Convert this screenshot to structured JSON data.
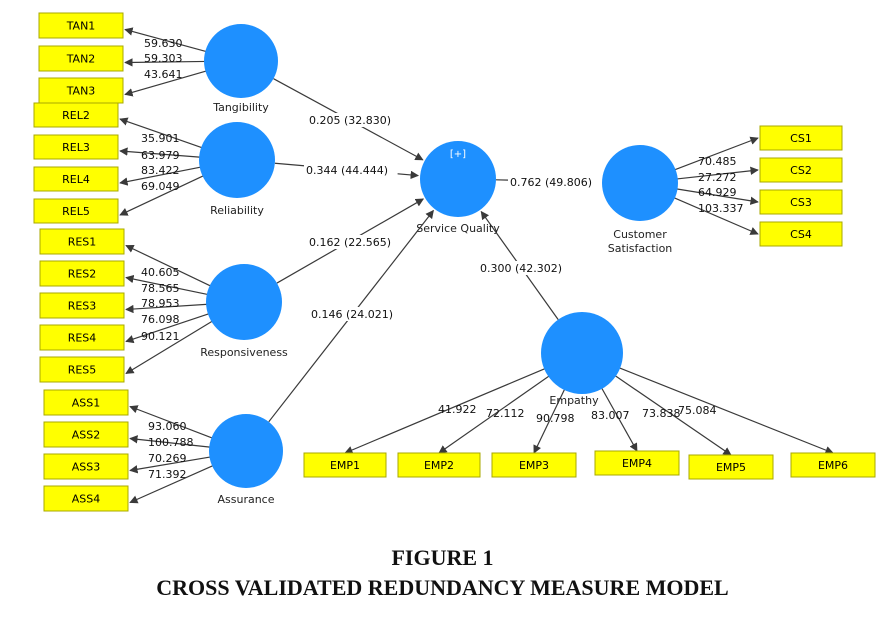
{
  "figure": {
    "number_label": "FIGURE 1",
    "title": "CROSS VALIDATED REDUNDANCY MEASURE MODEL"
  },
  "colors": {
    "latent_fill": "#1e90ff",
    "indicator_fill": "#ffff00",
    "line": "#3a3a3a"
  },
  "latent_variables": [
    {
      "id": "tangibility",
      "label": "Tangibility"
    },
    {
      "id": "reliability",
      "label": "Reliability"
    },
    {
      "id": "responsiveness",
      "label": "Responsiveness"
    },
    {
      "id": "assurance",
      "label": "Assurance"
    },
    {
      "id": "service_quality",
      "label": "Service Quality",
      "badge": "[+]"
    },
    {
      "id": "customer_satisfaction",
      "label_line1": "Customer",
      "label_line2": "Satisfaction"
    },
    {
      "id": "empathy",
      "label": "Empathy"
    }
  ],
  "indicators": [
    {
      "id": "TAN1",
      "construct": "tangibility",
      "value": "59.630"
    },
    {
      "id": "TAN2",
      "construct": "tangibility",
      "value": "59.303"
    },
    {
      "id": "TAN3",
      "construct": "tangibility",
      "value": "43.641"
    },
    {
      "id": "REL2",
      "construct": "reliability",
      "value": "35.901"
    },
    {
      "id": "REL3",
      "construct": "reliability",
      "value": "63.979"
    },
    {
      "id": "REL4",
      "construct": "reliability",
      "value": "83.422"
    },
    {
      "id": "REL5",
      "construct": "reliability",
      "value": "69.049"
    },
    {
      "id": "RES1",
      "construct": "responsiveness",
      "value": "40.605"
    },
    {
      "id": "RES2",
      "construct": "responsiveness",
      "value": "78.565"
    },
    {
      "id": "RES3",
      "construct": "responsiveness",
      "value": "78.953"
    },
    {
      "id": "RES4",
      "construct": "responsiveness",
      "value": "76.098"
    },
    {
      "id": "RES5",
      "construct": "responsiveness",
      "value": "90.121"
    },
    {
      "id": "ASS1",
      "construct": "assurance",
      "value": "93.060"
    },
    {
      "id": "ASS2",
      "construct": "assurance",
      "value": "100.788"
    },
    {
      "id": "ASS3",
      "construct": "assurance",
      "value": "70.269"
    },
    {
      "id": "ASS4",
      "construct": "assurance",
      "value": "71.392"
    },
    {
      "id": "CS1",
      "construct": "customer_satisfaction",
      "value": "70.485"
    },
    {
      "id": "CS2",
      "construct": "customer_satisfaction",
      "value": "27.272"
    },
    {
      "id": "CS3",
      "construct": "customer_satisfaction",
      "value": "64.929"
    },
    {
      "id": "CS4",
      "construct": "customer_satisfaction",
      "value": "103.337"
    },
    {
      "id": "EMP1",
      "construct": "empathy",
      "value": "41.922"
    },
    {
      "id": "EMP2",
      "construct": "empathy",
      "value": "72.112"
    },
    {
      "id": "EMP3",
      "construct": "empathy",
      "value": "90.798"
    },
    {
      "id": "EMP4",
      "construct": "empathy",
      "value": "83.007"
    },
    {
      "id": "EMP5",
      "construct": "empathy",
      "value": "73.838"
    },
    {
      "id": "EMP6",
      "construct": "empathy",
      "value": "75.084"
    }
  ],
  "structural_paths": [
    {
      "from": "tangibility",
      "to": "service_quality",
      "label": "0.205 (32.830)"
    },
    {
      "from": "reliability",
      "to": "service_quality",
      "label": "0.344 (44.444)"
    },
    {
      "from": "responsiveness",
      "to": "service_quality",
      "label": "0.162 (22.565)"
    },
    {
      "from": "assurance",
      "to": "service_quality",
      "label": "0.146 (24.021)"
    },
    {
      "from": "empathy",
      "to": "service_quality",
      "label": "0.300 (42.302)"
    },
    {
      "from": "service_quality",
      "to": "customer_satisfaction",
      "label": "0.762 (49.806)"
    }
  ]
}
